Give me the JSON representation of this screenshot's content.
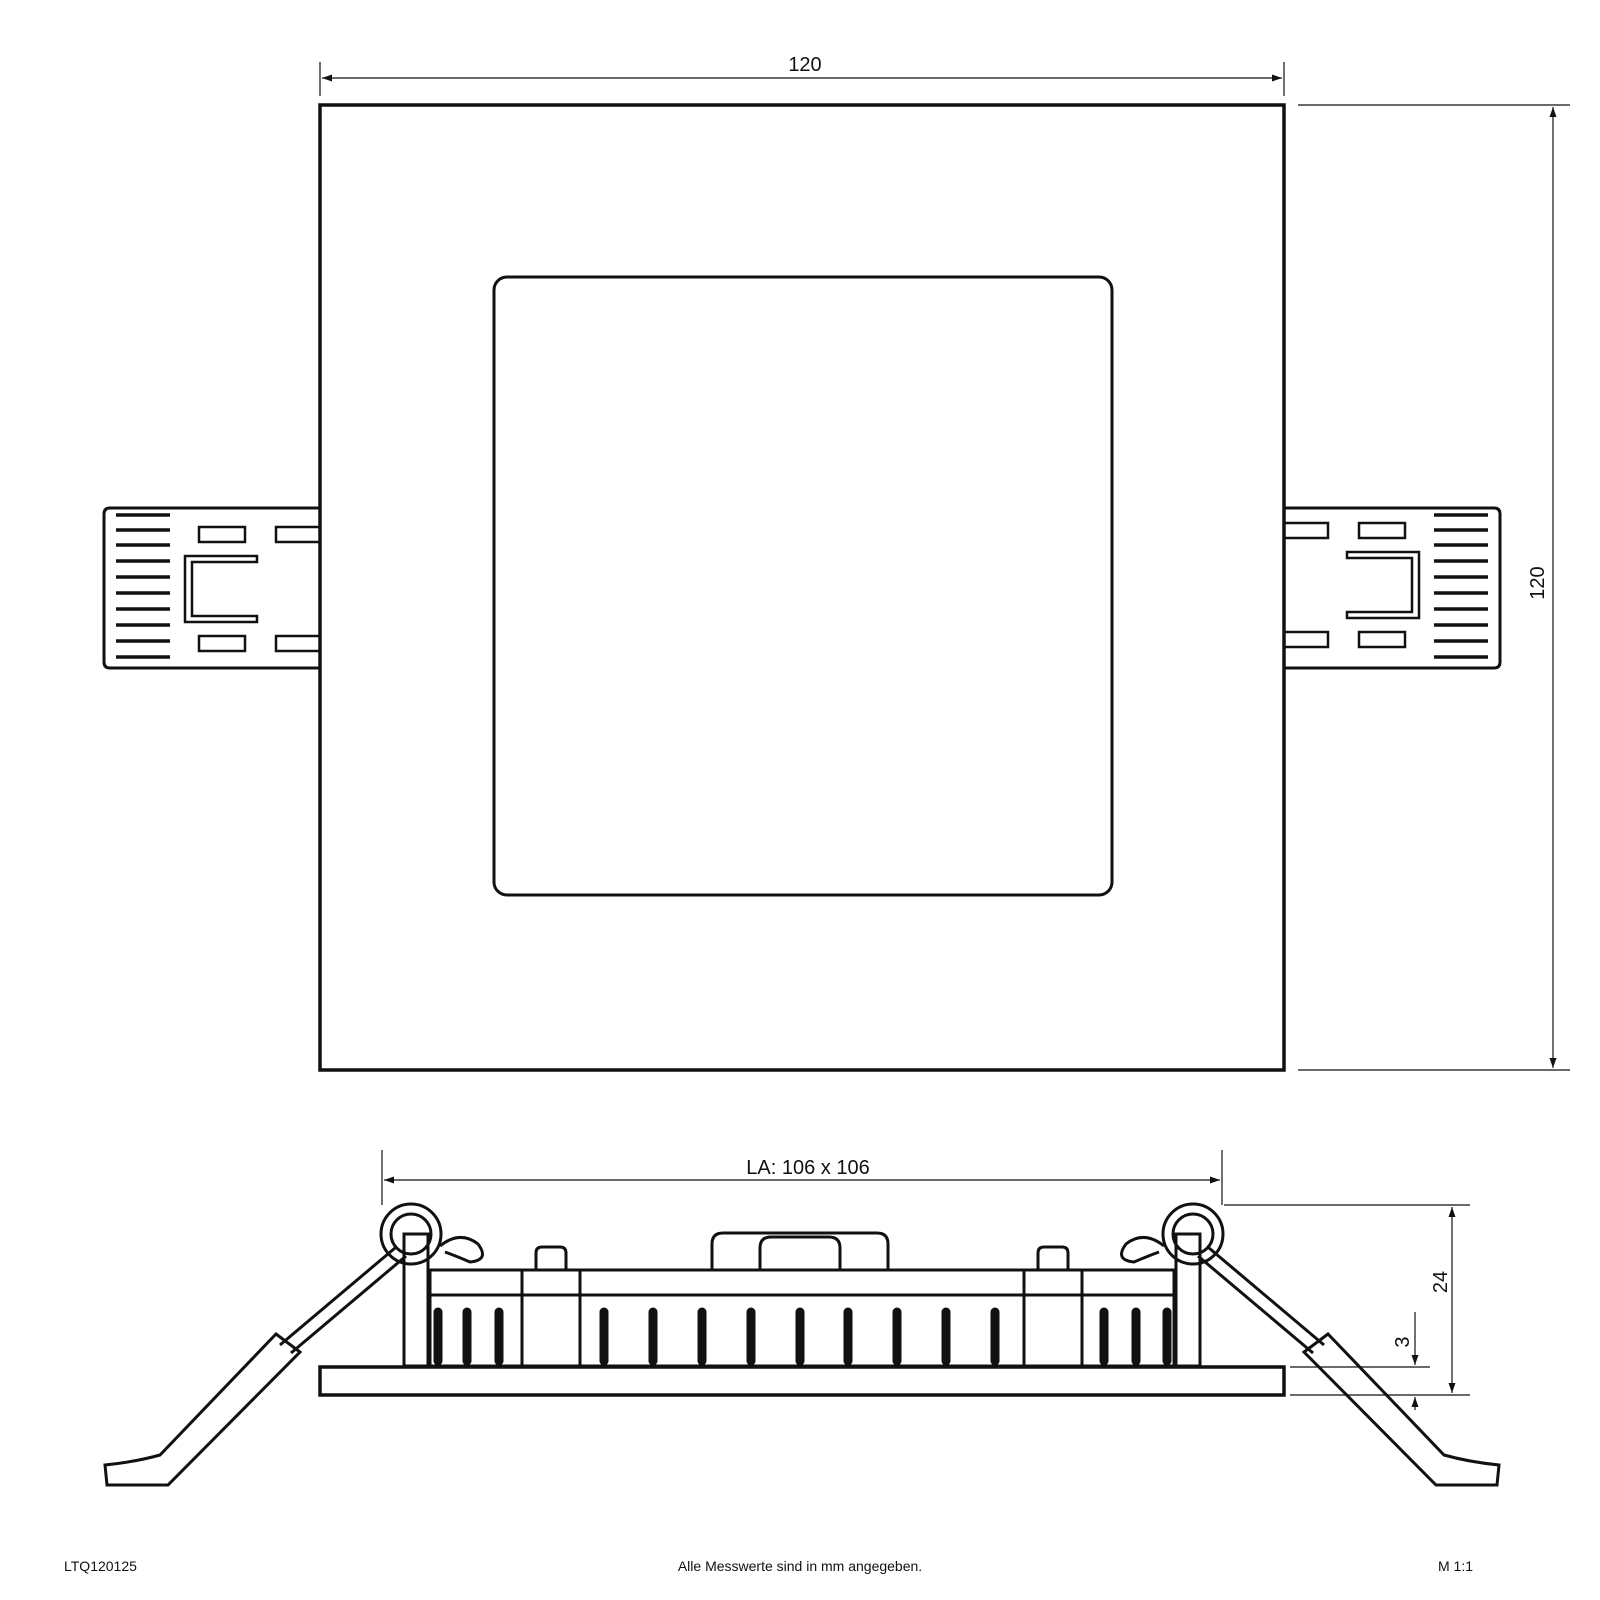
{
  "top_view": {
    "width_label": "120",
    "height_label": "120"
  },
  "side_view": {
    "cutout_label": "LA: 106 x 106",
    "height_label": "24",
    "panel_label": "3"
  },
  "footer": {
    "article_number": "LTQ120125",
    "units_note": "Alle Messwerte sind in mm angegeben.",
    "scale": "M 1:1"
  }
}
